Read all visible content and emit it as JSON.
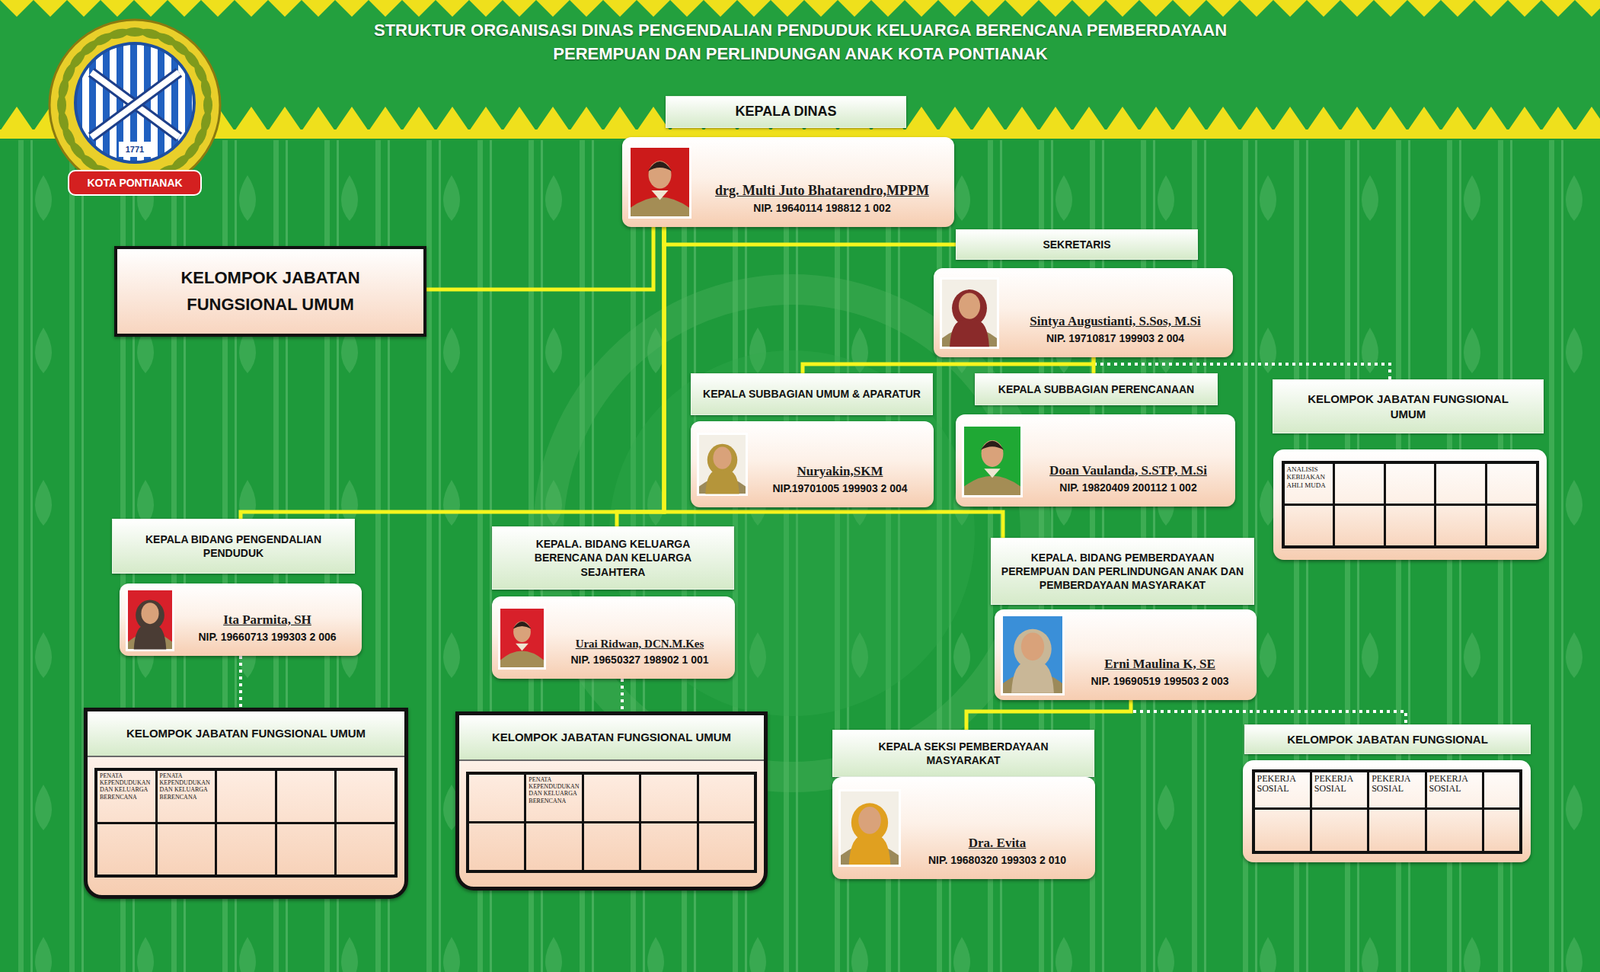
{
  "diagram": {
    "title": "STRUKTUR ORGANISASI DINAS PENGENDALIAN PENDUDUK KELUARGA BERENCANA PEMBERDAYAAN PEREMPUAN DAN PERLINDUNGAN ANAK KOTA PONTIANAK",
    "nodes": [
      {
        "text": [
          "KEPALA DINAS",
          "drg. Multi Juto Bhatarendro,MPPM",
          "NIP. 19640114 198812 1 002"
        ]
      },
      {
        "text": [
          "KELOMPOK JABATAN FUNGSIONAL UMUM"
        ]
      },
      {
        "text": [
          "SEKRETARIS",
          "Sintya Augustianti, S.Sos, M.Si",
          "NIP. 19710817 199903 2 004"
        ]
      },
      {
        "text": [
          "KEPALA SUBBAGIAN UMUM & APARATUR",
          "Nuryakin,SKM",
          "NIP.19701005 199903 2 004"
        ]
      },
      {
        "text": [
          "KEPALA SUBBAGIAN PERENCANAAN",
          "Doan Vaulanda, S.STP, M.Si",
          "NIP. 19820409 200112 1 002"
        ]
      },
      {
        "text": [
          "KELOMPOK JABATAN FUNGSIONAL UMUM",
          "ANALISIS KEBIJAKAN AHLI MUDA"
        ]
      },
      {
        "text": [
          "KEPALA BIDANG PENGENDALIAN PENDUDUK",
          "Ita Parmita, SH",
          "NIP. 19660713 199303 2 006"
        ]
      },
      {
        "text": [
          "KEPALA. BIDANG KELUARGA BERENCANA DAN KELUARGA SEJAHTERA",
          "Urai Ridwan, DCN.M.Kes",
          "NIP. 19650327 198902 1 001"
        ]
      },
      {
        "text": [
          "KEPALA. BIDANG PEMBERDAYAAN PEREMPUAN DAN PERLINDUNGAN ANAK DAN PEMBERDAYAAN MASYARAKAT",
          "Erni Maulina K, SE",
          "NIP. 19690519 199503 2 003"
        ]
      },
      {
        "text": [
          "KELOMPOK JABATAN FUNGSIONAL UMUM",
          "PENATA KEPENDUDUKAN DAN KELUARGA BERENCANA",
          "PENATA KEPENDUDUKAN DAN KELUARGA BERENCANA"
        ]
      },
      {
        "text": [
          "KELOMPOK JABATAN FUNGSIONAL UMUM",
          "PENATA KEPENDUDUKAN DAN KELUARGA BERENCANA"
        ]
      },
      {
        "text": [
          "KEPALA SEKSI PEMBERDAYAAN MASYARAKAT",
          "Dra. Evita",
          "NIP. 19680320 199303 2 010"
        ]
      },
      {
        "text": [
          "KELOMPOK JABATAN FUNGSIONAL",
          "PEKERJA SOSIAL",
          "PEKERJA SOSIAL",
          "PEKERJA SOSIAL",
          "PEKERJA SOSIAL"
        ]
      }
    ],
    "edges": [
      {
        "from": 0,
        "to": 1,
        "arrow": "none"
      },
      {
        "from": 0,
        "to": 2,
        "arrow": "none"
      },
      {
        "from": 0,
        "to": 6,
        "arrow": "none"
      },
      {
        "from": 0,
        "to": 7,
        "arrow": "none"
      },
      {
        "from": 0,
        "to": 8,
        "arrow": "none"
      },
      {
        "from": 2,
        "to": 3,
        "arrow": "none"
      },
      {
        "from": 2,
        "to": 4,
        "arrow": "none"
      },
      {
        "from": 2,
        "to": 5,
        "arrow": "none"
      },
      {
        "from": 6,
        "to": 9,
        "arrow": "none"
      },
      {
        "from": 7,
        "to": 10,
        "arrow": "none"
      },
      {
        "from": 8,
        "to": 11,
        "arrow": "none"
      },
      {
        "from": 8,
        "to": 12,
        "arrow": "none"
      }
    ],
    "labels": [
      "KOTA PONTIANAK",
      "1771"
    ]
  }
}
